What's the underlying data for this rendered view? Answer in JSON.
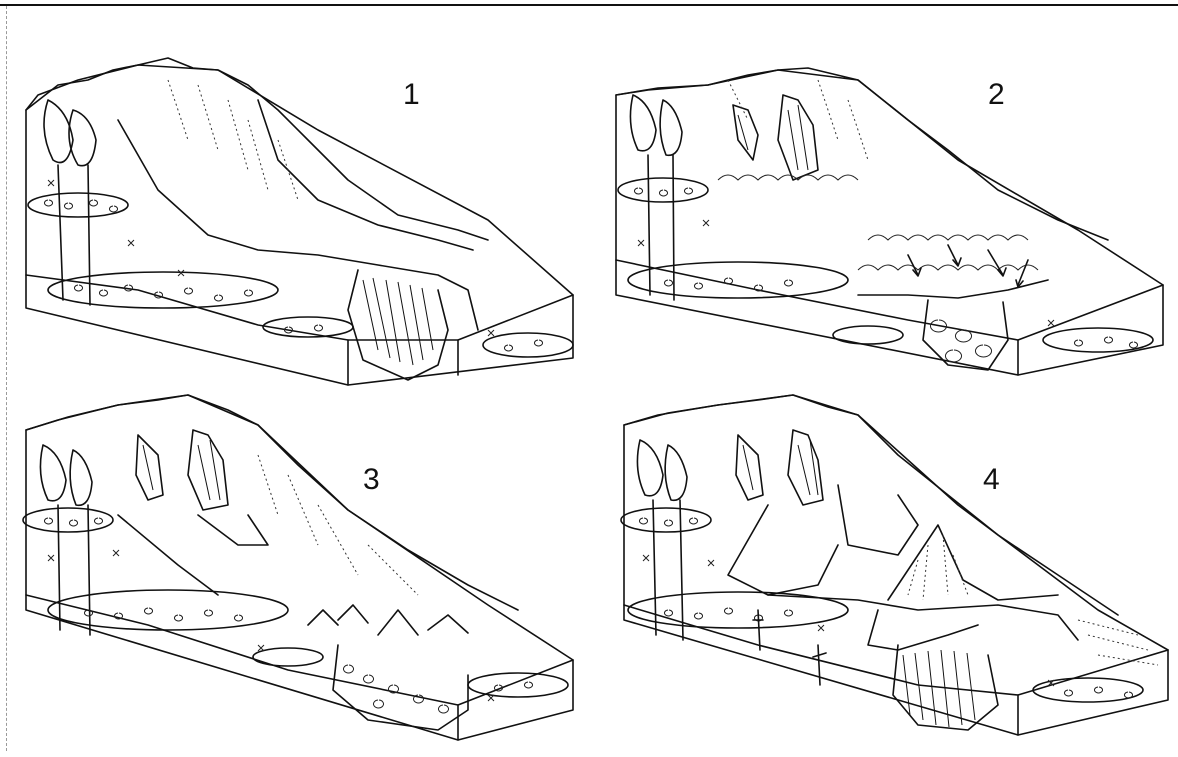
{
  "figure": {
    "panels": [
      {
        "label": "1"
      },
      {
        "label": "2"
      },
      {
        "label": "3"
      },
      {
        "label": "4"
      }
    ]
  }
}
